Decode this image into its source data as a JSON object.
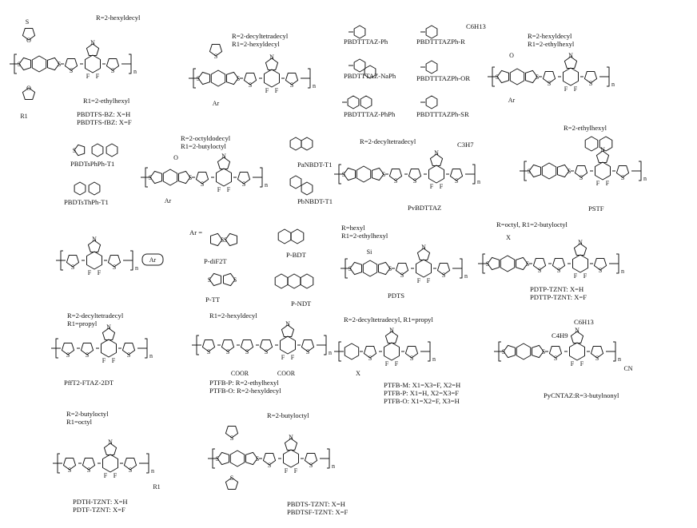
{
  "polymers": [
    {
      "id": "p1",
      "label1": "PBDTFS-BZ: X=H",
      "label2": "PBDTFS-fBZ: X=F",
      "subs": [
        "R=2-hexyldecyl",
        "R1=2-ethylhexyl"
      ]
    },
    {
      "id": "p2",
      "subs": [
        "R=2-decyltetradecyl",
        "R1=2-hexyldecyl"
      ]
    },
    {
      "id": "p3",
      "side": [
        "PBDTTTAZ-Ph",
        "PBDTTTAZ-NaPh",
        "PBDTTTAZ-PhPh",
        "PBDTTTAZPh-R",
        "PBDTTTAZPh-OR",
        "PBDTTTAZPh-SR"
      ],
      "side_group": "C6H13"
    },
    {
      "id": "p4",
      "subs": [
        "R=2-hexyldecyl",
        "R1=2-ethylhexyl"
      ]
    },
    {
      "id": "p5",
      "side": [
        "PBDTsPhPh-T1",
        "PBDTsThPh-T1"
      ]
    },
    {
      "id": "p6",
      "subs": [
        "R=2-octyldodecyl",
        "R1=2-butyloctyl"
      ],
      "side": [
        "PaNBDT-T1",
        "PbNBDT-T1"
      ]
    },
    {
      "id": "p7",
      "label1": "PvBDTTAZ",
      "subs": [
        "R=2-decyltetradecyl"
      ],
      "side_group": "C3H7"
    },
    {
      "id": "p8",
      "label1": "PSTF",
      "subs": [
        "R=2-ethylhexyl"
      ]
    },
    {
      "id": "p9",
      "ar_prefix": "Ar =",
      "ar": [
        "P-diF2T",
        "P-BDT",
        "P-TT",
        "P-NDT"
      ]
    },
    {
      "id": "p10",
      "label1": "PDTS",
      "subs": [
        "R=hexyl",
        "R1=2-ethylhexyl"
      ]
    },
    {
      "id": "p11",
      "label1": "PDTP-TZNT: X=H",
      "label2": "PDTTP-TZNT: X=F",
      "subs": [
        "R=octyl, R1=2-butyloctyl"
      ]
    },
    {
      "id": "p12",
      "label1": "PffT2-FTAZ-2DT",
      "subs": [
        "R=2-decyltetradecyl",
        "R1=propyl"
      ]
    },
    {
      "id": "p13",
      "label1": "PTFB-P: R=2-ethylhexyl",
      "label2": "PTFB-O: R=2-hexyldecyl",
      "subs": [
        "R1=2-hexyldecyl"
      ]
    },
    {
      "id": "p14",
      "subs": [
        "R=2-decyltetradecyl, R1=propyl"
      ],
      "labels": [
        "PTFB-M: X1=X3=F, X2=H",
        "PTFB-P: X1=H, X2=X3=F",
        "PTFB-O: X1=X2=F, X3=H"
      ]
    },
    {
      "id": "p15",
      "label1": "PyCNTAZ:R=3-butylnonyl",
      "side_group": "C6H13",
      "side_group2": "C4H9"
    },
    {
      "id": "p16",
      "label1": "PDTH-TZNT: X=H",
      "label2": "PDTF-TZNT: X=F",
      "subs": [
        "R=2-butyloctyl",
        "R1=octyl"
      ]
    },
    {
      "id": "p17",
      "label1": "PBDTS-TZNT: X=H",
      "label2": "PBDTSF-TZNT: X=F",
      "subs": [
        "R=2-butyloctyl"
      ]
    }
  ],
  "atoms": {
    "S": "S",
    "N": "N",
    "F": "F",
    "O": "O",
    "X": "X",
    "R": "R",
    "R1": "R1",
    "Si": "Si",
    "Ar": "Ar",
    "n": "n",
    "COOR": "COOR",
    "CN": "CN"
  }
}
